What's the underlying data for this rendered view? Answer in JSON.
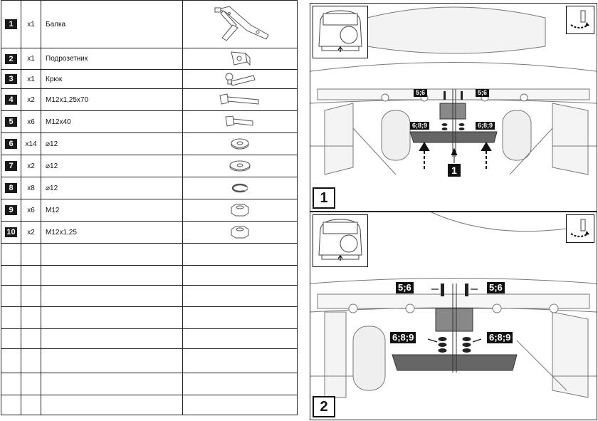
{
  "parts": [
    {
      "num": "1",
      "qty": "x1",
      "name": "Балка",
      "icon": "beam-icon"
    },
    {
      "num": "2",
      "qty": "x1",
      "name": "Подрозетник",
      "icon": "socket-bracket-icon"
    },
    {
      "num": "3",
      "qty": "x1",
      "name": "Крюк",
      "icon": "tow-ball-icon"
    },
    {
      "num": "4",
      "qty": "x2",
      "name": "M12x1,25x70",
      "icon": "long-bolt-icon"
    },
    {
      "num": "5",
      "qty": "x6",
      "name": "M12x40",
      "icon": "bolt-icon"
    },
    {
      "num": "6",
      "qty": "x14",
      "name": "⌀12",
      "icon": "flat-washer-icon"
    },
    {
      "num": "7",
      "qty": "x2",
      "name": "⌀12",
      "icon": "large-washer-icon"
    },
    {
      "num": "8",
      "qty": "x8",
      "name": "⌀12",
      "icon": "spring-washer-icon"
    },
    {
      "num": "9",
      "qty": "x6",
      "name": "M12",
      "icon": "hex-nut-icon"
    },
    {
      "num": "10",
      "qty": "x2",
      "name": "M12x1,25",
      "icon": "fine-hex-nut-icon"
    }
  ],
  "empty_rows": 8,
  "steps": [
    {
      "num": "1",
      "labels": {
        "top_left": "5;6",
        "top_right": "5;6",
        "mid_left": "6;8;9",
        "mid_right": "6;8;9"
      },
      "part_ref": "1"
    },
    {
      "num": "2",
      "labels": {
        "top_left": "5;6",
        "top_right": "5;6",
        "mid_left": "6;8;9",
        "mid_right": "6;8;9"
      }
    }
  ]
}
